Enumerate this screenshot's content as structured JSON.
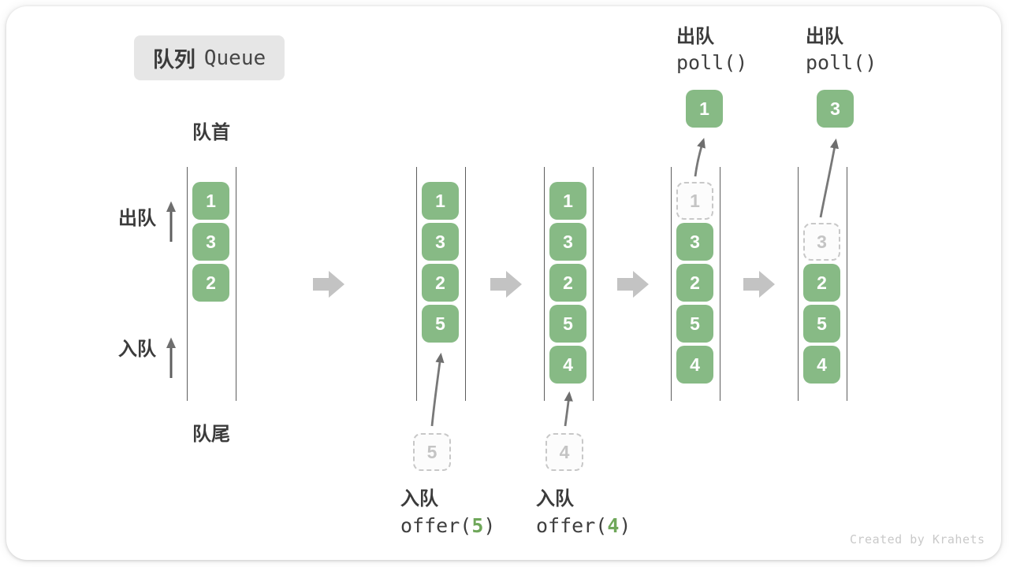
{
  "title": {
    "zh": "队列",
    "en": "Queue"
  },
  "side_labels": {
    "front": "队首",
    "rear": "队尾",
    "dequeue": "出队",
    "enqueue": "入队"
  },
  "queues": {
    "q1": {
      "items": [
        "1",
        "3",
        "2"
      ]
    },
    "q2": {
      "items": [
        "1",
        "3",
        "2",
        "5"
      ],
      "incoming": "5"
    },
    "q3": {
      "items": [
        "1",
        "3",
        "2",
        "5",
        "4"
      ],
      "incoming": "4"
    },
    "q4": {
      "ghost": "1",
      "items": [
        "3",
        "2",
        "5",
        "4"
      ],
      "popped": "1"
    },
    "q5": {
      "ghost": "3",
      "items": [
        "2",
        "5",
        "4"
      ],
      "popped": "3"
    }
  },
  "operations": {
    "enqueue5": {
      "action": "入队",
      "fn": "offer(",
      "arg": "5",
      "close": ")"
    },
    "enqueue4": {
      "action": "入队",
      "fn": "offer(",
      "arg": "4",
      "close": ")"
    },
    "poll1": {
      "action": "出队",
      "code": "poll()"
    },
    "poll2": {
      "action": "出队",
      "code": "poll()"
    }
  },
  "watermark": "Created by Krahets",
  "colors": {
    "box_green": "#87ba85",
    "arg_green": "#6fa75a",
    "block_arrow_gray": "#c3c3c3",
    "ghost_border_gray": "#c8c8c8",
    "wall_line_gray": "#5d5d5d"
  }
}
